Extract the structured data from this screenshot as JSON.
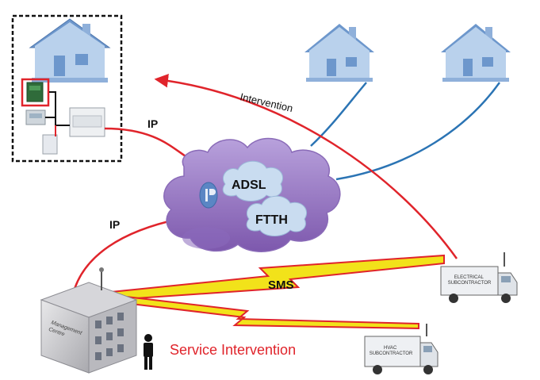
{
  "labels": {
    "intervention": "Intervention",
    "ip_top": "IP",
    "ip_bottom": "IP",
    "adsl": "ADSL",
    "ftth": "FTTH",
    "sms": "SMS",
    "service_intervention": "Service Intervention",
    "management_centre": "Management\nCentre",
    "electrical_truck": "ELECTRICAL\nSUBCONTRACTOR",
    "hvac_truck": "HVAC\nSUBCONTRACTOR"
  },
  "colors": {
    "red_link": "#e0242b",
    "blue_link": "#2b74b4",
    "cloud": "#9a79c4",
    "bubble": "#c9dcf0",
    "house_roof": "#6d97cc",
    "house_wall": "#b9d1ec",
    "lightning_fill": "#f2e21a",
    "service_text": "#e0242b"
  },
  "icons": {
    "houses": "house-icon",
    "cloud": "cloud-icon",
    "trucks": "truck-icon",
    "building": "building-icon",
    "person": "person-icon",
    "ip_logo": "ip-logo-icon"
  }
}
